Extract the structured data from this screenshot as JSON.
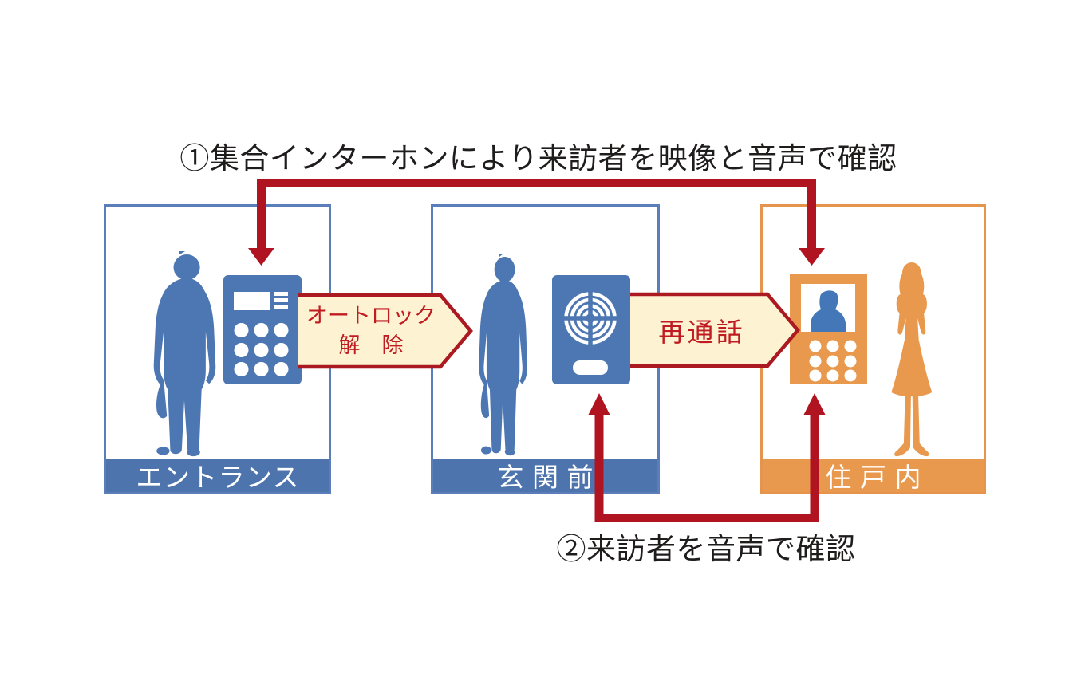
{
  "captions": {
    "step1": "①集合インターホンにより来訪者を映像と音声で確認",
    "step2": "②来訪者を音声で確認"
  },
  "panels": {
    "entrance": {
      "label": "エントランス"
    },
    "front_door": {
      "label": "玄関前"
    },
    "residence": {
      "label": "住戸内"
    }
  },
  "tags": {
    "autolock": {
      "line1": "オートロック",
      "line2": "解　除"
    },
    "recall": {
      "label": "再通話"
    }
  },
  "icons": {
    "entrance_device": "keypad-intercom-icon",
    "door_device": "speaker-doorphone-icon",
    "room_device": "video-monitor-intercom-icon",
    "visitor_figure": "man-silhouette-icon",
    "resident_figure": "woman-silhouette-icon",
    "flow_top": "down-arrow-connector",
    "flow_bottom": "up-arrow-connector"
  },
  "colors": {
    "arrow_red": "#b01420",
    "tag_border_red": "#ab1a20",
    "tag_text_red": "#c01b20",
    "tag_fill_cream": "#fdf2d2",
    "blue_main": "#4d77b2",
    "blue_border": "#5b7db9",
    "blue_bar": "#4e74ae",
    "orange_main": "#e8994e",
    "orange_border": "#e4944d",
    "screen_person_blue": "#4377b8",
    "text_black": "#1f1c1c"
  }
}
